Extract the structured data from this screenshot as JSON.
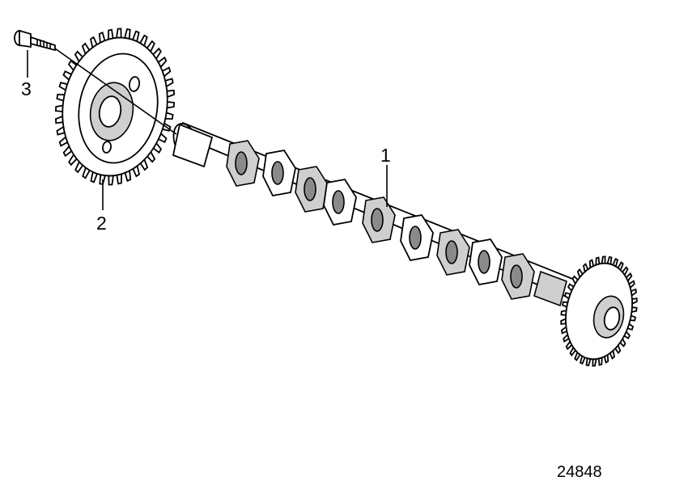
{
  "callouts": {
    "camshaft": "1",
    "gear": "2",
    "bolt": "3"
  },
  "figure_number": "24848",
  "colors": {
    "ink": "#000000",
    "paper": "#ffffff",
    "shade": "#cfcfcf"
  }
}
